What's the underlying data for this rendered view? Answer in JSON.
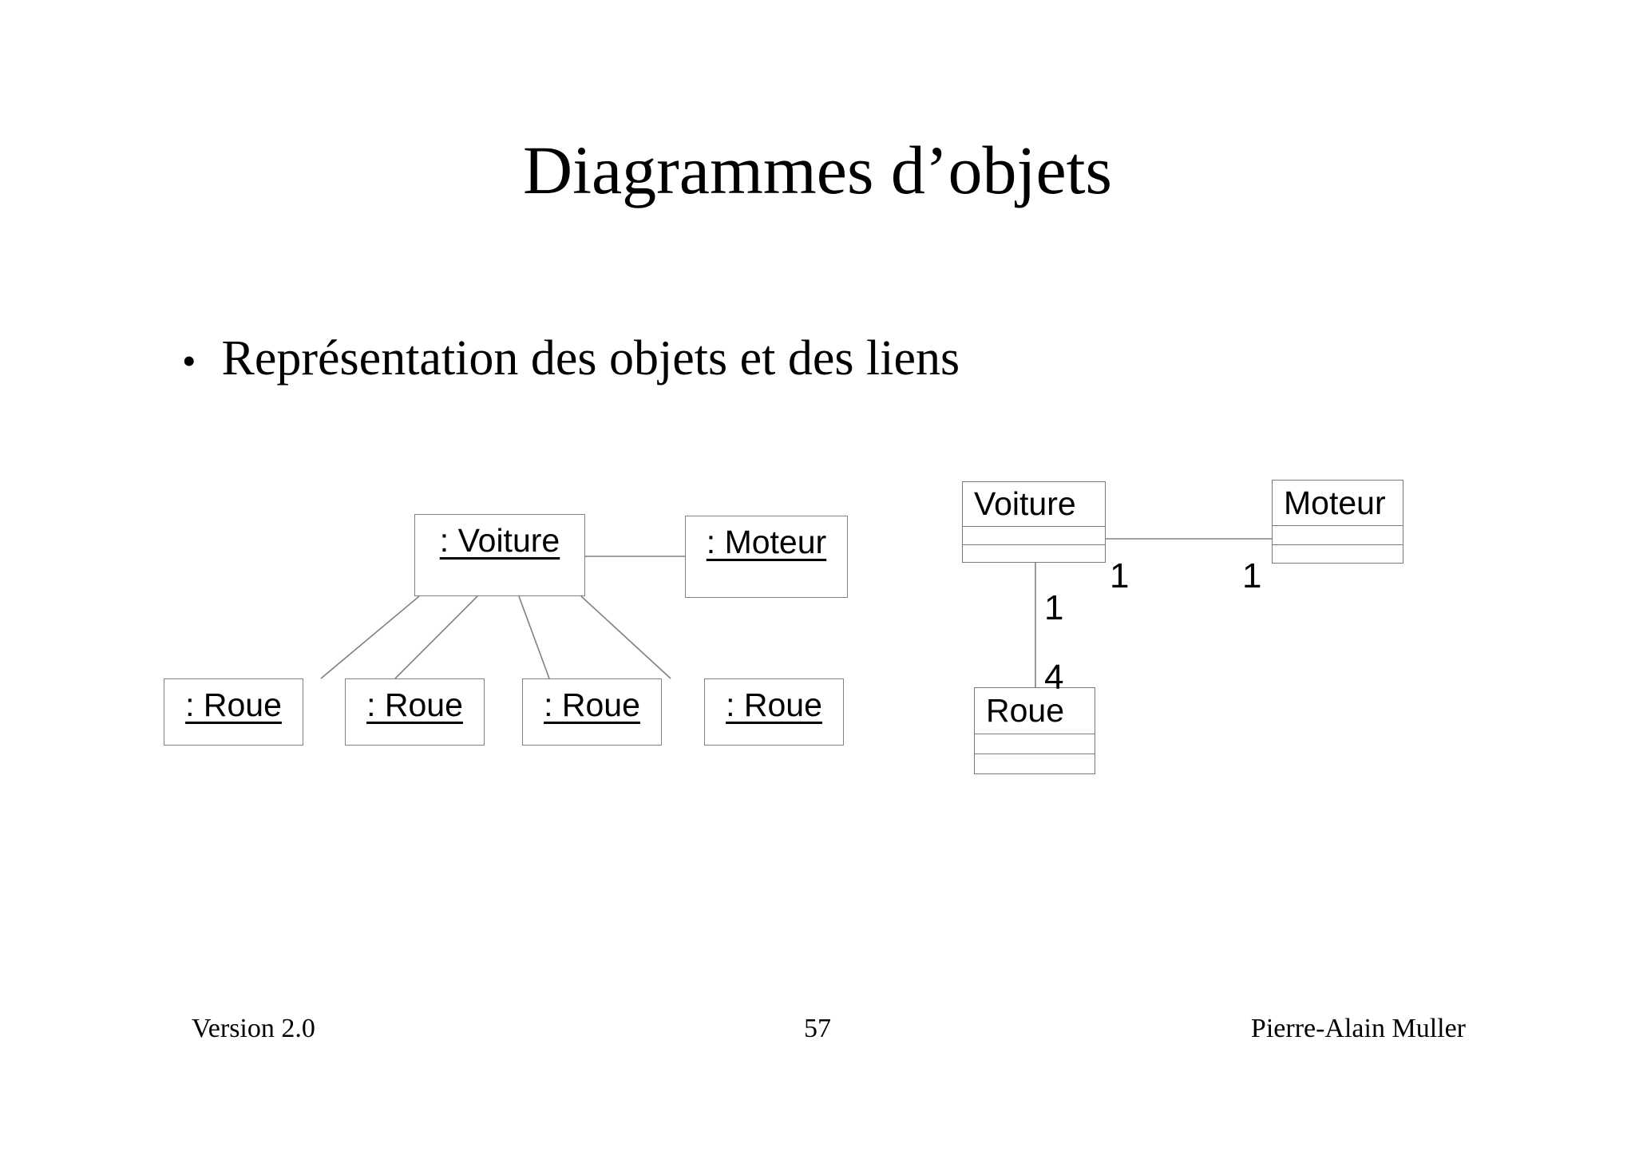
{
  "slide": {
    "title": "Diagrammes d’objets",
    "bullet_marker": "•",
    "bullet_text": "Représentation des objets et des liens",
    "background_color": "#ffffff",
    "text_color": "#000000",
    "line_color": "#808080"
  },
  "object_diagram": {
    "caption": "",
    "root_object": {
      "label": ": Voiture"
    },
    "engine_object": {
      "label": ": Moteur"
    },
    "wheel_objects": [
      {
        "label": ": Roue"
      },
      {
        "label": ": Roue"
      },
      {
        "label": ": Roue"
      },
      {
        "label": ": Roue"
      }
    ]
  },
  "class_diagram": {
    "classes": [
      {
        "name": "Voiture"
      },
      {
        "name": "Moteur"
      },
      {
        "name": "Roue"
      }
    ],
    "associations": [
      {
        "from": "Voiture",
        "to": "Moteur",
        "source_multiplicity": "1",
        "target_multiplicity": "1"
      },
      {
        "from": "Voiture",
        "to": "Roue",
        "source_multiplicity": "1",
        "target_multiplicity": "4"
      }
    ],
    "multiplicity_voiture_moteur_left": "1",
    "multiplicity_voiture_moteur_right": "1",
    "multiplicity_voiture_roue_top": "1",
    "multiplicity_voiture_roue_bottom": "4"
  },
  "footer": {
    "version": "Version 2.0",
    "page_number": "57",
    "author": "Pierre-Alain Muller"
  }
}
